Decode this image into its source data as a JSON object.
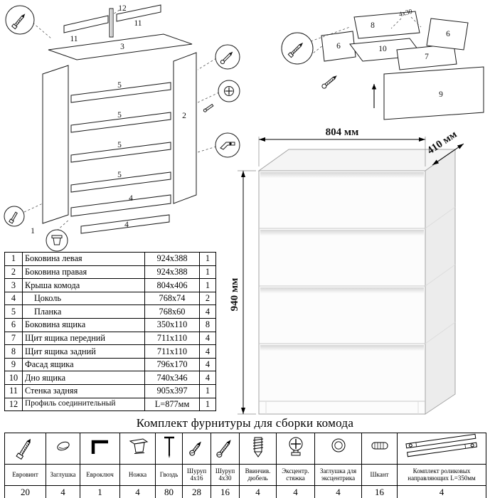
{
  "footer": {
    "title": "Комплект фурнитуры для сборки комода"
  },
  "dimension_view": {
    "width": "804 мм",
    "depth": "410 мм",
    "height": "940 мм"
  },
  "frame_diagram": {
    "label_1": "1",
    "label_2": "2",
    "label_3": "3",
    "label_4a": "4",
    "label_4b": "4",
    "label_5a": "5",
    "label_5b": "5",
    "label_5c": "5",
    "label_5d": "5",
    "label_11a": "11",
    "label_11b": "11",
    "label_12": "12"
  },
  "drawer_diagram": {
    "label_6a": "6",
    "label_6b": "6",
    "label_7": "7",
    "label_8": "8",
    "label_9": "9",
    "label_10": "10",
    "screw_note": "4x30"
  },
  "parts_table": {
    "rows": [
      {
        "num": "1",
        "name": "Боковина левая",
        "size": "924x388",
        "qty": "1"
      },
      {
        "num": "2",
        "name": "Боковина правая",
        "size": "924x388",
        "qty": "1"
      },
      {
        "num": "3",
        "name": "Крыша комода",
        "size": "804x406",
        "qty": "1"
      },
      {
        "num": "4",
        "name": "Цоколь",
        "size": "768x74",
        "qty": "2"
      },
      {
        "num": "5",
        "name": "Планка",
        "size": "768x60",
        "qty": "4"
      },
      {
        "num": "6",
        "name": "Боковина ящика",
        "size": "350x110",
        "qty": "8"
      },
      {
        "num": "7",
        "name": "Щит ящика передний",
        "size": "711x110",
        "qty": "4"
      },
      {
        "num": "8",
        "name": "Щит ящика задний",
        "size": "711x110",
        "qty": "4"
      },
      {
        "num": "9",
        "name": "Фасад ящика",
        "size": "796x170",
        "qty": "4"
      },
      {
        "num": "10",
        "name": "Дно ящика",
        "size": "740x346",
        "qty": "4"
      },
      {
        "num": "11",
        "name": "Стенка задняя",
        "size": "905x397",
        "qty": "1"
      },
      {
        "num": "12",
        "name": "Профиль соединительный",
        "size": "L=877мм",
        "qty": "1"
      }
    ]
  },
  "hardware_table": {
    "items": [
      {
        "name": "Евровинт",
        "qty": "20"
      },
      {
        "name": "Заглушка",
        "qty": "4"
      },
      {
        "name": "Евроключ",
        "qty": "1"
      },
      {
        "name": "Ножка",
        "qty": "4"
      },
      {
        "name": "Гвоздь",
        "qty": "80"
      },
      {
        "name": "Шуруп 4x16",
        "qty": "28"
      },
      {
        "name": "Шуруп 4x30",
        "qty": "16"
      },
      {
        "name": "Ввинчив. дюбель",
        "qty": "4"
      },
      {
        "name": "Эксцентр. стяжка",
        "qty": "4"
      },
      {
        "name": "Заглушка для эксцентрика",
        "qty": "4"
      },
      {
        "name": "Шкант",
        "qty": "16"
      },
      {
        "name": "Комплект роликовых направляющих L=350мм",
        "qty": "4"
      }
    ]
  }
}
